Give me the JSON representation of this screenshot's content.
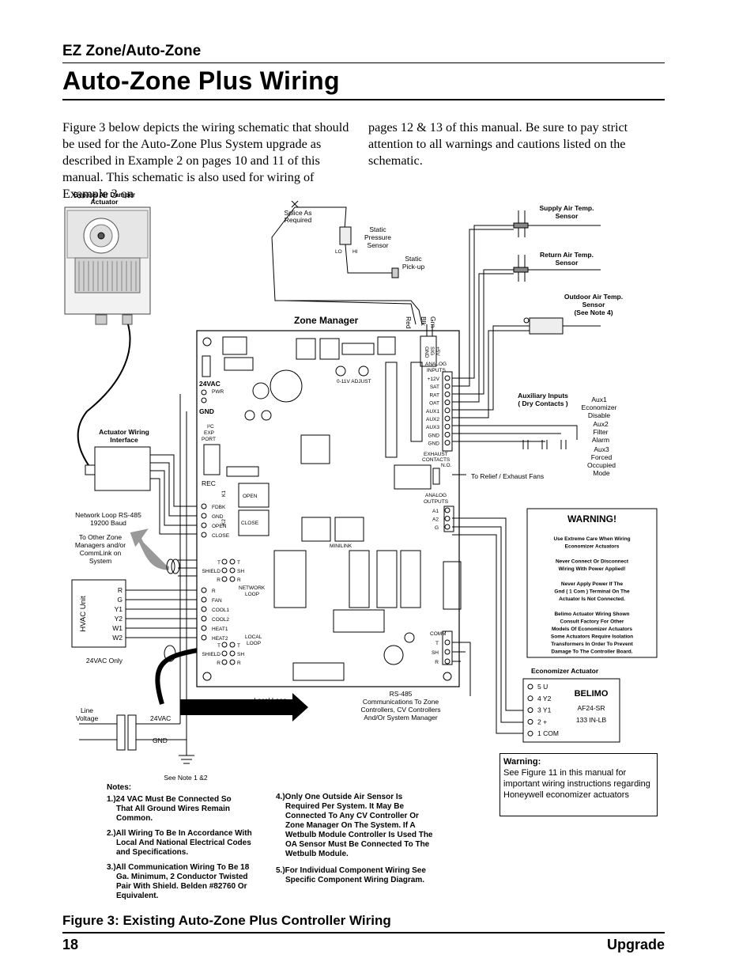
{
  "header": {
    "section": "EZ Zone/Auto-Zone",
    "title": "Auto-Zone Plus Wiring"
  },
  "intro": {
    "left": "Figure 3 below depicts the wiring schematic that should be used for the Auto-Zone Plus System upgrade as described in Example 2 on pages 10 and 11 of this manual. This schematic is also used for wiring of Example 3 on",
    "right": "pages 12 & 13 of this manual. Be sure to pay strict attention to all warnings and cautions listed on the schematic."
  },
  "diagram": {
    "bypass_title_1": "Bypass Air Damper",
    "bypass_title_2": "Actuator",
    "actuator_interface_1": "Actuator Wiring",
    "actuator_interface_2": "Interface",
    "network_loop_1": "Network Loop RS-485",
    "network_loop_2": "19200 Baud",
    "other_zone_1": "To Other Zone",
    "other_zone_2": "Managers and/or",
    "other_zone_3": "CommLink on",
    "other_zone_4": "System",
    "hvac_unit": "HVAC Unit",
    "hvac_terms": [
      "R",
      "G",
      "Y1",
      "Y2",
      "W1",
      "W2"
    ],
    "only_24vac": "24VAC Only",
    "line_voltage_1": "Line",
    "line_voltage_2": "Voltage",
    "v24": "24VAC",
    "gnd": "GND",
    "see_note": "See Note 1 &2",
    "local_loop": "Local Loop",
    "rs485_1": "RS-485",
    "rs485_2": "Communications To Zone",
    "rs485_3": "Controllers, CV Controllers",
    "rs485_4": "And/Or System Manager",
    "splice_1": "Splice As",
    "splice_2": "Required",
    "static_pressure_1": "Static",
    "static_pressure_2": "Pressure",
    "static_pressure_3": "Sensor",
    "static_pickup_1": "Static",
    "static_pickup_2": "Pick-up",
    "lo": "LO",
    "hi": "HI",
    "wire_red": "Red",
    "wire_blk": "Blk",
    "wire_grn": "Grn",
    "zone_manager": "Zone Manager",
    "supply_air_1": "Supply Air Temp.",
    "supply_air_2": "Sensor",
    "return_air_1": "Return Air Temp.",
    "return_air_2": "Sensor",
    "outdoor_air_1": "Outdoor Air Temp.",
    "outdoor_air_2": "Sensor",
    "outdoor_air_3": "(See Note 4)",
    "aux_inputs_1": "Auxiliary Inputs",
    "aux_inputs_2": "( Dry Contacts )",
    "aux1": [
      "Aux1",
      "Economizer",
      "Disable"
    ],
    "aux2": [
      "Aux2",
      "Filter",
      "Alarm"
    ],
    "aux3": [
      "Aux3",
      "Forced",
      "Occupied",
      "Mode"
    ],
    "relief_fans": "To Relief / Exhaust Fans",
    "board": {
      "v24vac": "24VAC",
      "pwr": "PWR",
      "gnd": "GND",
      "i2c_1": "I²C",
      "i2c_2": "EXP",
      "i2c_3": "PORT",
      "rec": "REC",
      "k1": "K1",
      "k2": "K2",
      "open": "OPEN",
      "close": "CLOSE",
      "fdbk_terms": [
        "FDBK",
        "GND",
        "OPEN",
        "CLOSE"
      ],
      "net_terms_left": [
        "T",
        "SHIELD",
        "R"
      ],
      "net_terms_right": [
        "T",
        "SH",
        "R"
      ],
      "network_loop_1": "NETWORK",
      "network_loop_2": "LOOP",
      "hvac_terms": [
        "R",
        "FAN",
        "COOL1",
        "COOL2",
        "HEAT1",
        "HEAT2"
      ],
      "local_terms_left": [
        "T",
        "SHIELD",
        "R"
      ],
      "local_terms_right": [
        "T",
        "SH",
        "R"
      ],
      "local_loop_1": "LOCAL",
      "local_loop_2": "LOOP",
      "minilink": "MINILINK",
      "analog_inputs_1": "ANALOG",
      "analog_inputs_2": "INPUTS",
      "analog_terms": [
        "+12V",
        "SAT",
        "RAT",
        "OAT",
        "AUX1",
        "AUX2",
        "AUX3",
        "GND",
        "GND"
      ],
      "exhaust_1": "EXHAUST",
      "exhaust_2": "CONTACTS",
      "exhaust_3": "N.O.",
      "analog_outputs_1": "ANALOG",
      "analog_outputs_2": "OUTPUTS",
      "ao_terms": [
        "A1",
        "A2",
        "G"
      ],
      "comm": "COMM",
      "comm_terms": [
        "T",
        "SH",
        "R"
      ],
      "gnd_sig_5v": [
        "GND",
        "SIG",
        "+5V"
      ],
      "adjust": "0-11V ADJUST"
    },
    "econ_actuator": "Economizer Actuator",
    "belimo": "BELIMO",
    "belimo_model_1": "AF24-SR",
    "belimo_model_2": "133 IN-LB",
    "belimo_terms": [
      "5  U",
      "4  Y2",
      "3  Y1",
      "2  +",
      "1  COM"
    ]
  },
  "warning": {
    "title": "WARNING!",
    "lines": [
      "Use Extreme Care When Wiring",
      "Economizer Actuators",
      "",
      "Never Connect Or Disconnect",
      "Wiring With Power Applied!",
      "",
      "Never Apply Power If The",
      "Gnd ( 1 Com ) Terminal On The",
      "Actuator Is Not Connected.",
      "",
      "Belimo Actuator Wiring Shown",
      "Consult Factory For Other",
      "Models Of Economizer Actuators",
      "Some Actuators Require Isolation",
      "Transformers In Order To Prevent",
      "Damage To The Controller Board."
    ]
  },
  "warning2": {
    "title": "Warning:",
    "text": "See Figure 11 in this manual for important wiring instructions regarding Honeywell economizer actuators"
  },
  "notes": {
    "title": "Notes:",
    "n1": [
      "1.)24 VAC Must Be Connected So",
      "That All Ground Wires Remain",
      "Common."
    ],
    "n2": [
      "2.)All Wiring To Be In Accordance With",
      "Local And National Electrical Codes",
      "and Specifications."
    ],
    "n3": [
      "3.)All Communication Wiring To Be 18",
      "Ga. Minimum, 2 Conductor Twisted",
      "Pair With Shield. Belden #82760 Or",
      "Equivalent."
    ],
    "n4": [
      "4.)Only One Outside Air Sensor Is",
      "Required Per System. It May Be",
      "Connected To Any CV Controller Or",
      "Zone Manager On The System. If A",
      "Wetbulb Module Controller Is Used The",
      "OA Sensor Must Be Connected To The",
      "Wetbulb Module."
    ],
    "n5": [
      "5.)For Individual Component Wiring See",
      "Specific Component Wiring Diagram."
    ]
  },
  "footer": {
    "caption": "Figure 3: Existing Auto-Zone Plus Controller Wiring",
    "page": "18",
    "section": "Upgrade"
  }
}
